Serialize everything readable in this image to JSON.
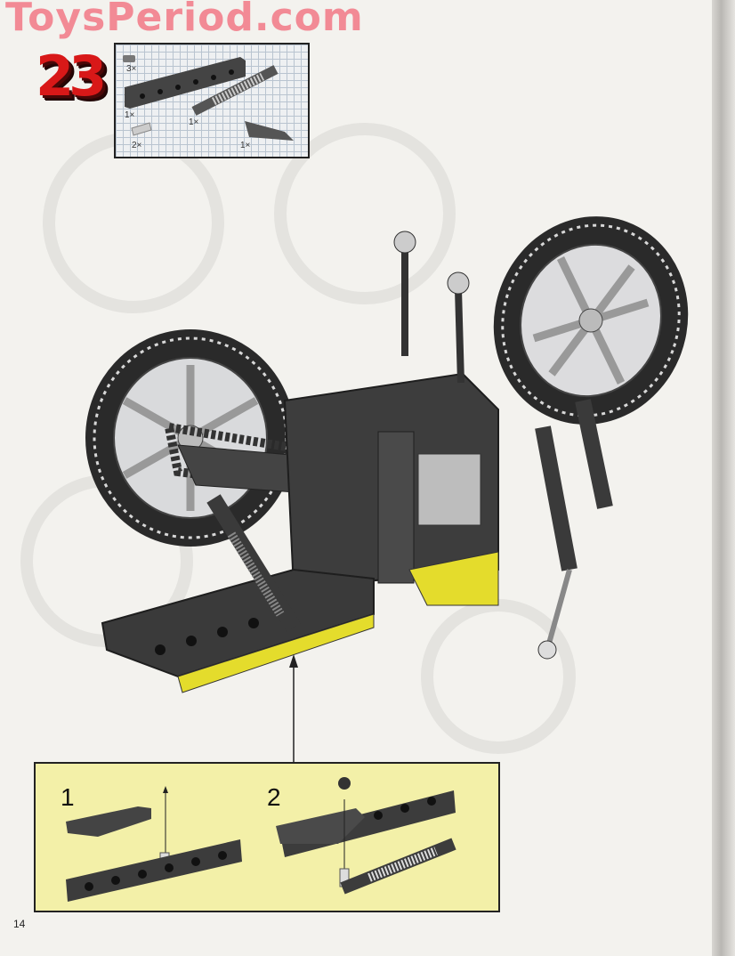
{
  "watermark": "ToysPeriod.com",
  "step_number": "23",
  "parts_list": [
    {
      "part": "bush",
      "quantity": "3×"
    },
    {
      "part": "technic-beam-1x10",
      "quantity": "1×"
    },
    {
      "part": "shock-absorber",
      "quantity": "1×"
    },
    {
      "part": "axle-pin",
      "quantity": "2×"
    },
    {
      "part": "triangle-liftarm",
      "quantity": "1×"
    }
  ],
  "sub_steps": [
    {
      "number": "1"
    },
    {
      "number": "2"
    }
  ],
  "page_number": "14",
  "colors": {
    "accent_red": "#d81818",
    "watermark_pink": "#f27f8c",
    "subassembly_bg": "#f3f0a8",
    "brick_dark": "#3a3a3a",
    "brick_yellow": "#e8e030"
  }
}
